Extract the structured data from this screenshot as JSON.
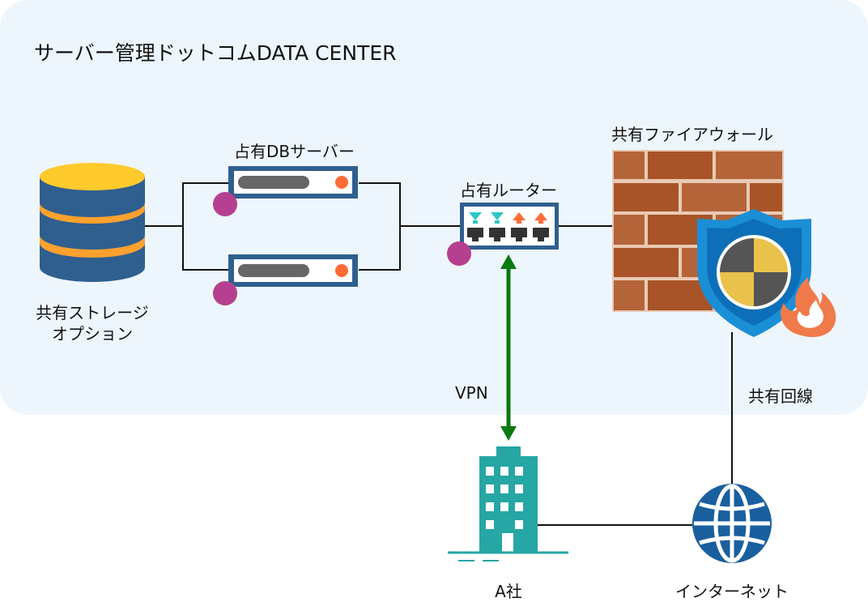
{
  "diagram": {
    "title": "サーバー管理ドットコムDATA CENTER",
    "nodes": {
      "storage": {
        "label_line1": "共有ストレージ",
        "label_line2": "オプション",
        "icon": "database-icon"
      },
      "db_server": {
        "label": "占有DBサーバー",
        "icon": "server-icon",
        "count": 2
      },
      "router": {
        "label": "占有ルーター",
        "icon": "router-icon"
      },
      "firewall": {
        "label": "共有ファイアウォール",
        "icon": "firewall-icon"
      },
      "company": {
        "label": "A社",
        "icon": "building-icon"
      },
      "internet": {
        "label": "インターネット",
        "icon": "globe-icon"
      }
    },
    "links": {
      "vpn": {
        "label": "VPN",
        "color": "#0a7a10"
      },
      "shared_line": {
        "label": "共有回線"
      }
    },
    "colors": {
      "datacenter_background": "#eef6fd",
      "server_blue": "#2f5f8f",
      "accent_orange": "#ff6b35",
      "badge_magenta": "#b5408f",
      "firewall_brick": "#b5643a",
      "building_teal": "#26a6a4",
      "globe_blue": "#1a5f9e"
    }
  }
}
